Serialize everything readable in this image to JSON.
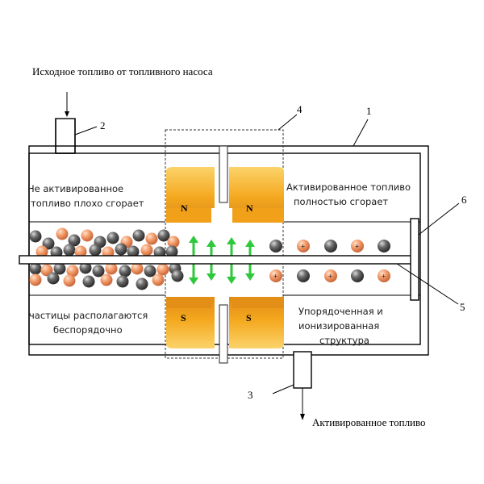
{
  "captions": {
    "input_fuel": "Исходное топливо от топливного насоса",
    "output_fuel": "Активированное топливо"
  },
  "zones": {
    "left_top_1": "Не активированное",
    "left_top_2": "топливо плохо сгорает",
    "left_bottom_1": "частицы располагаются",
    "left_bottom_2": "беспорядочно",
    "right_top_1": "Активированное топливо",
    "right_top_2": "полностью сгорает",
    "right_bottom_1": "Упорядоченная и",
    "right_bottom_2": "ионизированная",
    "right_bottom_3": "структура"
  },
  "poles": {
    "north": "N",
    "south": "S"
  },
  "callouts": {
    "n1": "1",
    "n2": "2",
    "n3": "3",
    "n4": "4",
    "n5": "5",
    "n6": "6"
  },
  "ion_sign": "+",
  "colors": {
    "magnet_fill": "#f4a81e",
    "magnet_highlight": "#fbd36a",
    "magnet_shadow": "#d7871a",
    "particle_grey": "#555555",
    "particle_orange": "#f09a6c",
    "field_arrow": "#2ec83a"
  }
}
